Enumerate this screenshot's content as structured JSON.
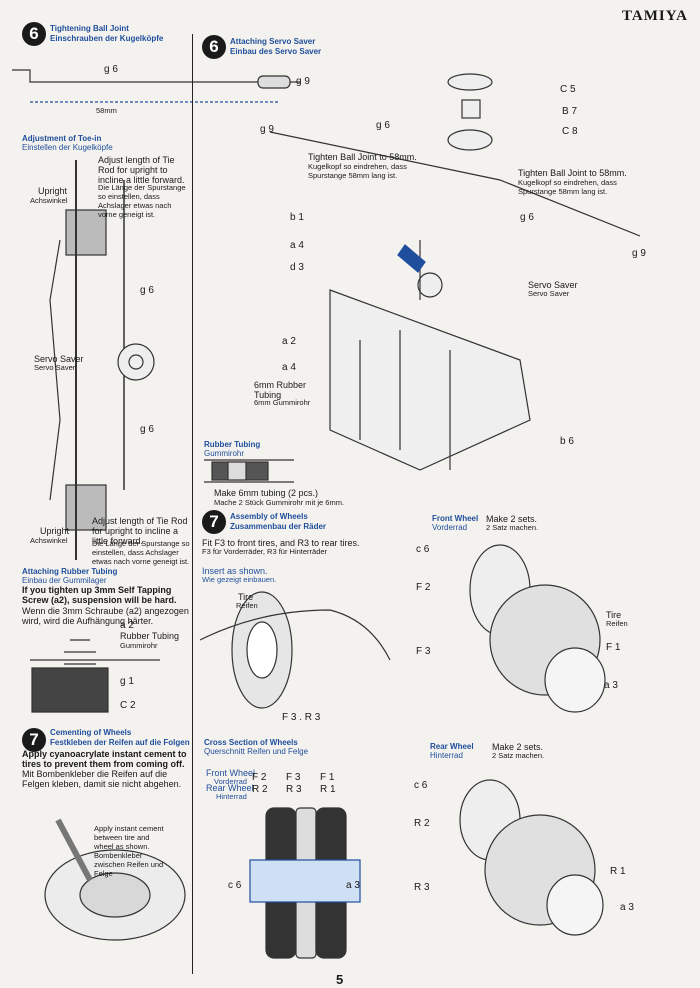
{
  "brand": "TAMIYA",
  "page_number": "5",
  "left": {
    "step6": {
      "number": "6",
      "title_en": "Tightening Ball Joint",
      "title_de": "Einschrauben der Kugelköpfe",
      "part_g6": "g 6",
      "part_g9": "g 9",
      "length": "58mm"
    },
    "toein": {
      "title_en": "Adjustment of Toe-in",
      "title_de": "Einstellen der Kugelköpfe",
      "note1_en": "Adjust length of Tie Rod for upright to incline a little forward.",
      "note1_de": "Die Länge der Spurstange so einstellen, dass Achslager etwas nach vorne geneigt ist.",
      "upright_en": "Upright",
      "upright_de": "Achswinkel",
      "g6_a": "g 6",
      "servo_en": "Servo Saver",
      "servo_de": "Servo Saver",
      "g6_b": "g 6",
      "note2_en": "Adjust length of Tie Rod for upright to incline a little forward.",
      "note2_de": "Die Länge der Spurstange so einstellen, dass Achslager etwas nach vorne geneigt ist.",
      "upright2_en": "Upright",
      "upright2_de": "Achswinkel"
    },
    "rubber": {
      "title_en": "Attaching Rubber Tubing",
      "title_de": "Einbau der Gummilager",
      "text_en": "If you tighten up 3mm Self Tapping Screw (a2), suspension will be hard.",
      "text_de": "Wenn die 3mm Schraube (a2) angezogen wird, wird die Aufhängung härter.",
      "a2": "a 2",
      "tube_en": "Rubber Tubing",
      "tube_de": "Gummirohr",
      "g1": "g 1",
      "c2": "C 2"
    },
    "step7c": {
      "number": "7",
      "title_en": "Cementing of Wheels",
      "title_de": "Festkleben der Reifen auf die Folgen",
      "text_en": "Apply cyanoacrylate instant cement to tires to prevent them from coming off.",
      "text_de": "Mit Bombenkleber die Reifen auf die Felgen kleben, damit sie nicht abgehen.",
      "note_en": "Apply instant cement between tire and wheel as shown.",
      "note_de": "Bombenkleber zwischen Reifen und Felge"
    }
  },
  "right": {
    "step6": {
      "number": "6",
      "title_en": "Attaching Servo Saver",
      "title_de": "Einbau des Servo Saver",
      "g9_left": "g 9",
      "g6_top": "g 6",
      "c5": "C 5",
      "b7": "B 7",
      "c8": "C 8",
      "tight_left_en": "Tighten Ball Joint to 58mm.",
      "tight_left_de": "Kugelkopf so eindrehen, dass Spurstange 58mm lang ist.",
      "tight_right_en": "Tighten Ball Joint to 58mm.",
      "tight_right_de": "Kugelkopf so eindrehen, dass Spurstange 58mm lang ist.",
      "g6_right": "g 6",
      "g9_right": "g 9",
      "b1": "b 1",
      "a4": "a 4",
      "d3": "d 3",
      "servo_en": "Servo Saver",
      "servo_de": "Servo Saver",
      "a2": "a 2",
      "a4b": "a 4",
      "tube_en": "6mm Rubber Tubing",
      "tube_de": "6mm Gummirohr",
      "b6": "b 6",
      "rt_title_en": "Rubber Tubing",
      "rt_title_de": "Gummirohr",
      "rt_note_en": "Make 6mm tubing (2 pcs.)",
      "rt_note_de": "Mache 2 Stück Gummirohr mit je 6mm."
    },
    "step7": {
      "number": "7",
      "title_en": "Assembly of Wheels",
      "title_de": "Zusammenbau der Räder",
      "text_en": "Fit F3 to front tires, and R3 to rear tires.",
      "text_de": "F3 für Vorderräder, R3 für Hinterräder",
      "insert_en": "Insert as shown.",
      "insert_de": "Wie gezeigt einbauen.",
      "tire_en": "Tire",
      "tire_de": "Reifen",
      "f3r3": "F 3 . R 3",
      "front_title_en": "Front Wheel",
      "front_title_de": "Vorderrad",
      "make2_en": "Make 2 sets.",
      "make2_de": "2 Satz machen.",
      "c6": "c 6",
      "f2": "F 2",
      "f3": "F 3",
      "f1": "F 1",
      "a3": "a 3",
      "tire2_en": "Tire",
      "tire2_de": "Reifen",
      "cross_en": "Cross Section of Wheels",
      "cross_de": "Querschnitt Reifen und Felge",
      "fw_en": "Front Wheel",
      "fw_de": "Vorderrad",
      "rw_en": "Rear Wheel",
      "rw_de": "Hinterrad",
      "cs_f2": "F 2",
      "cs_r2": "R 2",
      "cs_f3": "F 3",
      "cs_r3": "R 3",
      "cs_f1": "F 1",
      "cs_r1": "R 1",
      "cs_c6": "c 6",
      "cs_a3": "a 3",
      "rear_title_en": "Rear Wheel",
      "rear_title_de": "Hinterrad",
      "rmake2_en": "Make 2 sets.",
      "rmake2_de": "2 Satz machen.",
      "rc6": "c 6",
      "r2": "R 2",
      "r3": "R 3",
      "r1": "R 1",
      "ra3": "a 3"
    }
  }
}
